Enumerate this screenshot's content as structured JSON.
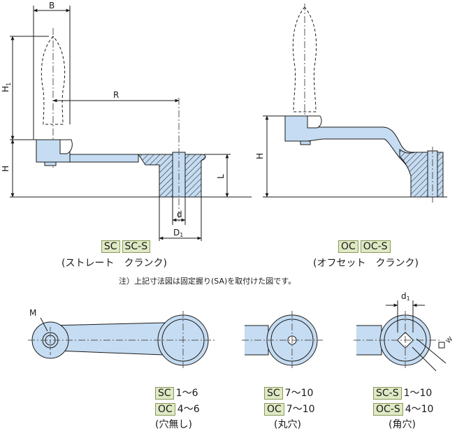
{
  "dims": {
    "B": "B",
    "H1_main": "H",
    "H1_sub": "1",
    "H": "H",
    "R": "R",
    "L": "L",
    "d": "d",
    "D1_main": "D",
    "D1_sub": "1",
    "H_offset": "H",
    "M": "M",
    "d1_main": "d",
    "d1_sub": "1",
    "W": "W"
  },
  "straight": {
    "badge1": "SC",
    "badge2": "SC-S",
    "caption": "(ストレート　クランク)"
  },
  "offset": {
    "badge1": "OC",
    "badge2": "OC-S",
    "caption": "(オフセット　クランク)"
  },
  "note": "注）上記寸法図は固定握り(SA)を取付けた図です。",
  "variants": [
    {
      "rows": [
        {
          "badge": "SC",
          "text": "1～6"
        },
        {
          "badge": "OC",
          "text": "4～6"
        }
      ],
      "caption": "(穴無し)"
    },
    {
      "rows": [
        {
          "badge": "SC",
          "text": "7～10"
        },
        {
          "badge": "OC",
          "text": "7～10"
        }
      ],
      "caption": "(丸穴)"
    },
    {
      "rows": [
        {
          "badge": "SC-S",
          "text": "1～10"
        },
        {
          "badge": "OC-S",
          "text": "4～10"
        }
      ],
      "caption": "(角穴)"
    }
  ],
  "colors": {
    "part_fill": "#c5dcf2",
    "outline": "#1a1a1a",
    "badge_fill": "#dfe9c4",
    "centerline": "#555555"
  }
}
